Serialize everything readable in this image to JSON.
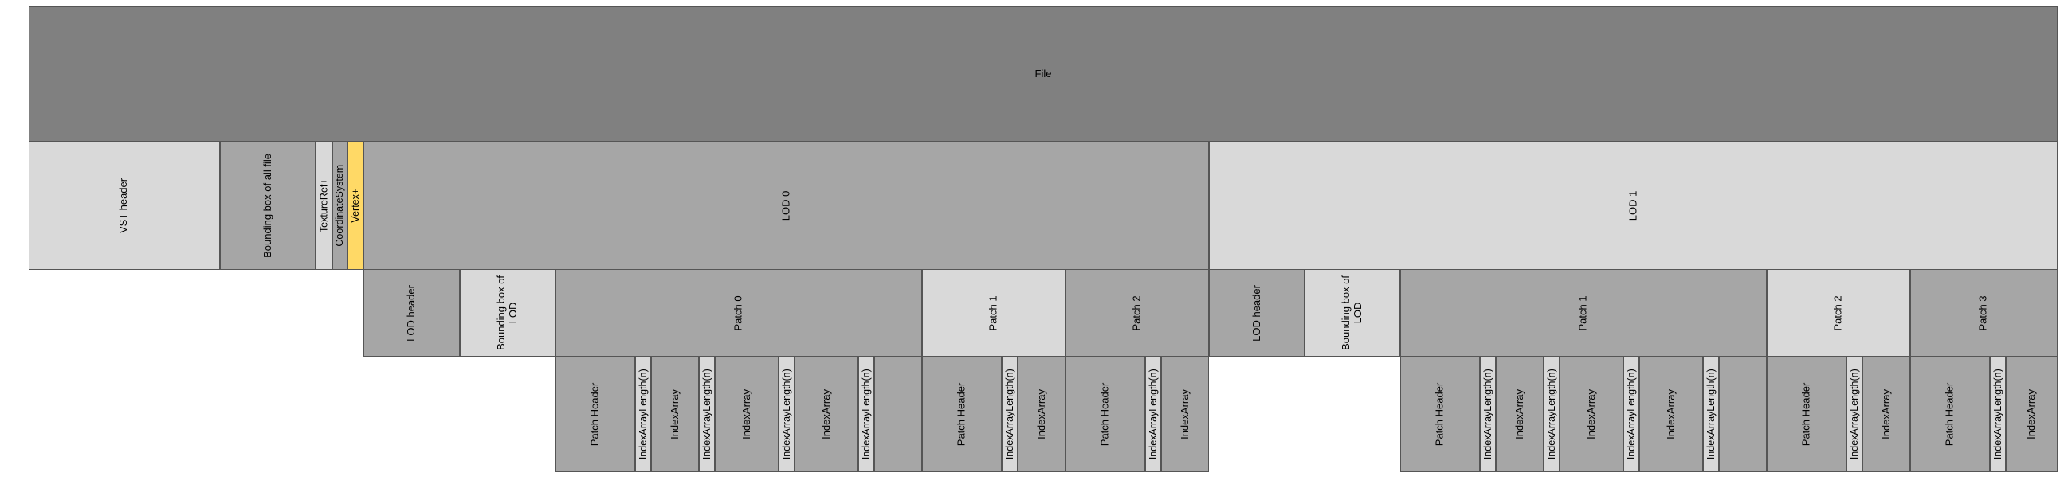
{
  "colors": {
    "dark": "#808080",
    "mid": "#a6a6a6",
    "light": "#d9d9d9",
    "highlight": "#ffd966",
    "border": "#555555"
  },
  "rows": {
    "file": [
      {
        "key": "file",
        "label": "File",
        "color": "dark"
      }
    ],
    "sections": [
      {
        "key": "vst-header",
        "label": "VST header",
        "color": "light"
      },
      {
        "key": "bounding-box-all-file",
        "label": "Bounding box of all file",
        "color": "mid"
      },
      {
        "key": "texture-ref",
        "label": "TextureRef+",
        "color": "light"
      },
      {
        "key": "coordinate-system",
        "label": "CoordinateSystem",
        "color": "mid"
      },
      {
        "key": "vertex",
        "label": "Vertex+",
        "color": "highlight"
      },
      {
        "key": "lod-0",
        "label": "LOD 0",
        "color": "mid"
      },
      {
        "key": "lod-1",
        "label": "LOD 1",
        "color": "light"
      }
    ],
    "lod_parts": [
      {
        "key": "lod0-header",
        "label": "LOD header",
        "color": "mid"
      },
      {
        "key": "lod0-bounding-box",
        "label": "Bounding box of\nLOD",
        "color": "light"
      },
      {
        "key": "lod0-patch-0",
        "label": "Patch 0",
        "color": "mid"
      },
      {
        "key": "lod0-patch-1",
        "label": "Patch 1",
        "color": "light"
      },
      {
        "key": "lod0-patch-2",
        "label": "Patch 2",
        "color": "mid"
      },
      {
        "key": "lod1-header",
        "label": "LOD header",
        "color": "mid"
      },
      {
        "key": "lod1-bounding-box",
        "label": "Bounding box of\nLOD",
        "color": "light"
      },
      {
        "key": "lod1-patch-1",
        "label": "Patch 1",
        "color": "mid"
      },
      {
        "key": "lod1-patch-2",
        "label": "Patch 2",
        "color": "light"
      },
      {
        "key": "lod1-patch-3",
        "label": "Patch 3",
        "color": "mid"
      }
    ],
    "patch_parts": [
      {
        "key": "lod0-p0-patch-header",
        "label": "Patch Header",
        "color": "mid"
      },
      {
        "key": "lod0-p0-ial-1",
        "label": "IndexArrayLength(n)",
        "color": "light"
      },
      {
        "key": "lod0-p0-index-array-1",
        "label": "IndexArray",
        "color": "mid"
      },
      {
        "key": "lod0-p0-ial-2",
        "label": "IndexArrayLength(n)",
        "color": "light"
      },
      {
        "key": "lod0-p0-index-array-2",
        "label": "IndexArray",
        "color": "mid"
      },
      {
        "key": "lod0-p0-ial-3",
        "label": "IndexArrayLength(n)",
        "color": "light"
      },
      {
        "key": "lod0-p0-index-array-3",
        "label": "IndexArray",
        "color": "mid"
      },
      {
        "key": "lod0-p0-ial-4",
        "label": "IndexArrayLength(n)",
        "color": "light"
      },
      {
        "key": "lod0-p0-tail",
        "label": "",
        "color": "mid"
      },
      {
        "key": "lod0-p1-patch-header",
        "label": "Patch Header",
        "color": "mid"
      },
      {
        "key": "lod0-p1-ial-1",
        "label": "IndexArrayLength(n)",
        "color": "light"
      },
      {
        "key": "lod0-p1-index-array-1",
        "label": "IndexArray",
        "color": "mid"
      },
      {
        "key": "lod0-p2-patch-header",
        "label": "Patch Header",
        "color": "mid"
      },
      {
        "key": "lod0-p2-ial-1",
        "label": "IndexArrayLength(n)",
        "color": "light"
      },
      {
        "key": "lod0-p2-index-array-1",
        "label": "IndexArray",
        "color": "mid"
      },
      {
        "key": "lod1-p1-patch-header",
        "label": "Patch Header",
        "color": "mid"
      },
      {
        "key": "lod1-p1-ial-1",
        "label": "IndexArrayLength(n)",
        "color": "light"
      },
      {
        "key": "lod1-p1-index-array-1",
        "label": "IndexArray",
        "color": "mid"
      },
      {
        "key": "lod1-p1-ial-2",
        "label": "IndexArrayLength(n)",
        "color": "light"
      },
      {
        "key": "lod1-p1-index-array-2",
        "label": "IndexArray",
        "color": "mid"
      },
      {
        "key": "lod1-p1-ial-3",
        "label": "IndexArrayLength(n)",
        "color": "light"
      },
      {
        "key": "lod1-p1-index-array-3",
        "label": "IndexArray",
        "color": "mid"
      },
      {
        "key": "lod1-p1-ial-4",
        "label": "IndexArrayLength(n)",
        "color": "light"
      },
      {
        "key": "lod1-p1-tail",
        "label": "",
        "color": "mid"
      },
      {
        "key": "lod1-p2-patch-header",
        "label": "Patch Header",
        "color": "mid"
      },
      {
        "key": "lod1-p2-ial-1",
        "label": "IndexArrayLength(n)",
        "color": "light"
      },
      {
        "key": "lod1-p2-index-array-1",
        "label": "IndexArray",
        "color": "mid"
      },
      {
        "key": "lod1-p3-patch-header",
        "label": "Patch Header",
        "color": "mid"
      },
      {
        "key": "lod1-p3-ial-1",
        "label": "IndexArrayLength(n)",
        "color": "light"
      },
      {
        "key": "lod1-p3-index-array-1",
        "label": "IndexArray",
        "color": "mid"
      }
    ]
  }
}
